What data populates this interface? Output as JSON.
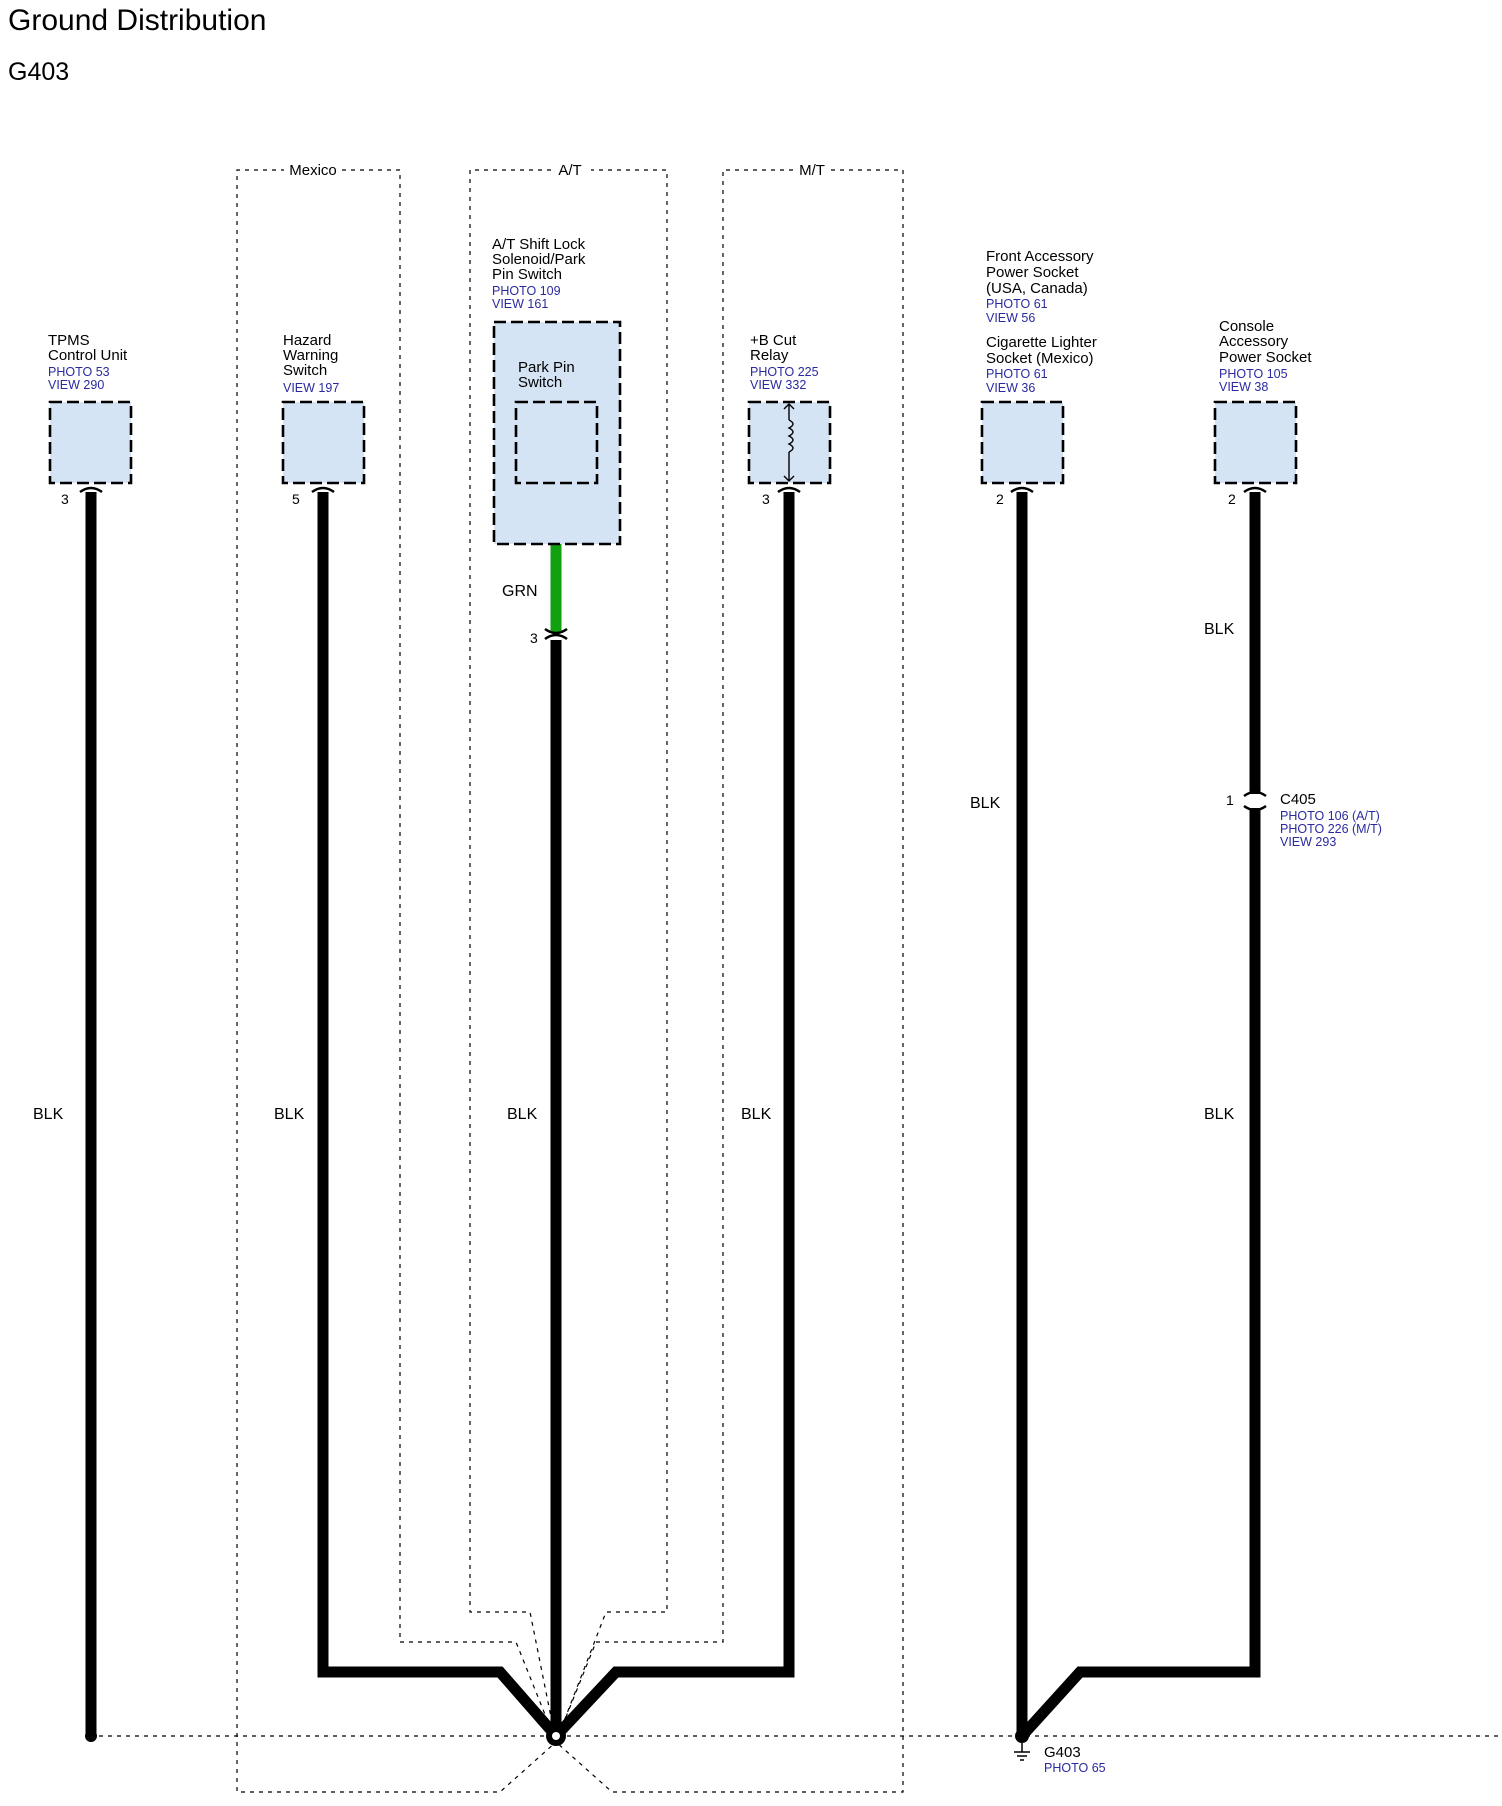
{
  "title": "Ground Distribution",
  "subtitle": "G403",
  "options": {
    "mexico": "Mexico",
    "at": "A/T",
    "mt": "M/T"
  },
  "components": {
    "tpms": {
      "name": [
        "TPMS",
        "Control Unit"
      ],
      "refs": [
        "PHOTO 53",
        "VIEW 290"
      ],
      "pin": "3"
    },
    "hazard": {
      "name": [
        "Hazard",
        "Warning",
        "Switch"
      ],
      "refs": [
        "VIEW 197"
      ],
      "pin": "5"
    },
    "shiftlock": {
      "name": [
        "A/T Shift Lock",
        "Solenoid/Park",
        "Pin Switch"
      ],
      "refs": [
        "PHOTO 109",
        "VIEW 161"
      ],
      "inner": [
        "Park Pin",
        "Switch"
      ],
      "pin": "3"
    },
    "relay": {
      "name": [
        "+B Cut",
        "Relay"
      ],
      "refs": [
        "PHOTO 225",
        "VIEW 332"
      ],
      "pin": "3"
    },
    "front_socket": {
      "name": [
        "Front Accessory",
        "Power Socket",
        "(USA, Canada)"
      ],
      "refs": [
        "PHOTO 61",
        "VIEW 56"
      ],
      "name2": [
        "Cigarette Lighter",
        "Socket (Mexico)"
      ],
      "refs2": [
        "PHOTO 61",
        "VIEW 36"
      ],
      "pin": "2"
    },
    "console_socket": {
      "name": [
        "Console",
        "Accessory",
        "Power Socket"
      ],
      "refs": [
        "PHOTO 105",
        "VIEW 38"
      ],
      "pin": "2"
    }
  },
  "connector_c405": {
    "name": "C405",
    "pin": "1",
    "refs": [
      "PHOTO 106 (A/T)",
      "PHOTO 226 (M/T)",
      "VIEW 293"
    ]
  },
  "wire_colors": {
    "blk": "BLK",
    "grn": "GRN"
  },
  "ground": {
    "name": "G403",
    "ref": "PHOTO 65"
  },
  "colors": {
    "component_fill": "#d5e4f5",
    "wire_black": "#000000",
    "wire_green": "#10a010",
    "reference_text": "#2a2aa0"
  }
}
